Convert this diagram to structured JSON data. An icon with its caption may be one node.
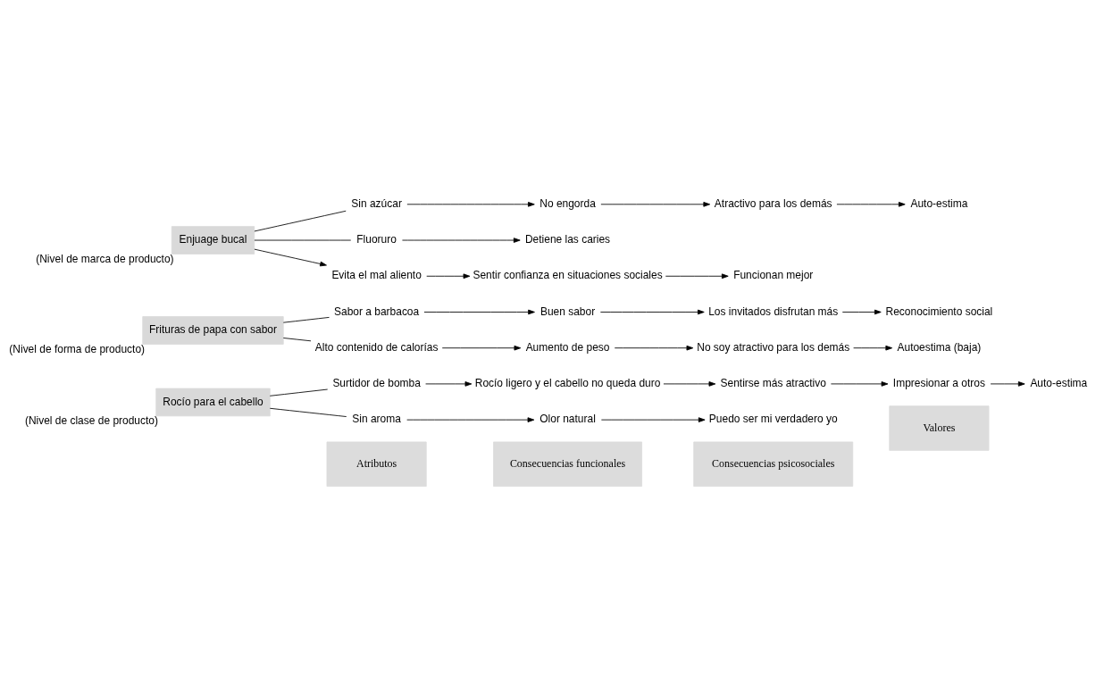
{
  "diagram": {
    "nodes": [
      {
        "text": [
          "Atributos"
        ]
      },
      {
        "text": [
          "Consecuencias funcionales"
        ]
      },
      {
        "text": [
          "Consecuencias psicosociales"
        ]
      },
      {
        "text": [
          "Valores"
        ]
      },
      {
        "text": [
          "Rocío para el cabello"
        ],
        "beside": [
          "(Nivel de clase de producto)"
        ]
      },
      {
        "text": [
          "Surtidor de bomba"
        ]
      },
      {
        "text": [
          "Rocío ligero y el cabello no queda duro"
        ]
      },
      {
        "text": [
          "Sentirse más atractivo"
        ]
      },
      {
        "text": [
          "Impresionar a otros"
        ]
      },
      {
        "text": [
          "Auto-estima"
        ]
      },
      {
        "text": [
          "Sin aroma"
        ]
      },
      {
        "text": [
          "Olor natural"
        ]
      },
      {
        "text": [
          "Puedo ser mi verdadero yo"
        ]
      },
      {
        "text": [
          "Frituras de papa con sabor"
        ],
        "beside": [
          "(Nivel de forma de producto)"
        ]
      },
      {
        "text": [
          "Sabor a barbacoa"
        ]
      },
      {
        "text": [
          "Buen sabor"
        ]
      },
      {
        "text": [
          "Los invitados disfrutan más"
        ]
      },
      {
        "text": [
          "Reconocimiento social"
        ]
      },
      {
        "text": [
          "Alto contenido de calorías"
        ]
      },
      {
        "text": [
          "Aumento de peso"
        ]
      },
      {
        "text": [
          "No soy atractivo para los demás"
        ]
      },
      {
        "text": [
          "Autoestima (baja)"
        ]
      },
      {
        "text": [
          "Enjuage bucal"
        ],
        "beside": [
          "(Nivel de marca de producto)"
        ]
      },
      {
        "text": [
          "Sin azúcar"
        ]
      },
      {
        "text": [
          "No engorda"
        ]
      },
      {
        "text": [
          "Atractivo para los demás"
        ]
      },
      {
        "text": [
          "Auto-estima"
        ]
      },
      {
        "text": [
          "Fluoruro"
        ]
      },
      {
        "text": [
          "Detiene las caries"
        ]
      },
      {
        "text": [
          "Evita el mal aliento"
        ]
      },
      {
        "text": [
          "Sentir confianza en situaciones sociales"
        ]
      },
      {
        "text": [
          "Funcionan mejor"
        ]
      }
    ],
    "edges": [
      {
        "from": 4,
        "to": 5,
        "arrow": "none"
      },
      {
        "from": 5,
        "to": 6,
        "arrow": "to"
      },
      {
        "from": 6,
        "to": 7,
        "arrow": "to"
      },
      {
        "from": 7,
        "to": 8,
        "arrow": "to"
      },
      {
        "from": 8,
        "to": 9,
        "arrow": "to"
      },
      {
        "from": 4,
        "to": 10,
        "arrow": "none"
      },
      {
        "from": 10,
        "to": 11,
        "arrow": "to"
      },
      {
        "from": 11,
        "to": 12,
        "arrow": "to"
      },
      {
        "from": 13,
        "to": 14,
        "arrow": "none"
      },
      {
        "from": 14,
        "to": 15,
        "arrow": "to"
      },
      {
        "from": 15,
        "to": 16,
        "arrow": "to"
      },
      {
        "from": 16,
        "to": 17,
        "arrow": "to"
      },
      {
        "from": 13,
        "to": 18,
        "arrow": "none"
      },
      {
        "from": 18,
        "to": 19,
        "arrow": "to"
      },
      {
        "from": 19,
        "to": 20,
        "arrow": "to"
      },
      {
        "from": 20,
        "to": 21,
        "arrow": "to"
      },
      {
        "from": 22,
        "to": 23,
        "arrow": "none"
      },
      {
        "from": 23,
        "to": 24,
        "arrow": "to"
      },
      {
        "from": 24,
        "to": 25,
        "arrow": "to"
      },
      {
        "from": 25,
        "to": 26,
        "arrow": "to"
      },
      {
        "from": 22,
        "to": 27,
        "arrow": "none"
      },
      {
        "from": 27,
        "to": 28,
        "arrow": "to"
      },
      {
        "from": 22,
        "to": 29,
        "arrow": "to"
      },
      {
        "from": 29,
        "to": 30,
        "arrow": "to"
      },
      {
        "from": 30,
        "to": 31,
        "arrow": "to"
      }
    ]
  }
}
